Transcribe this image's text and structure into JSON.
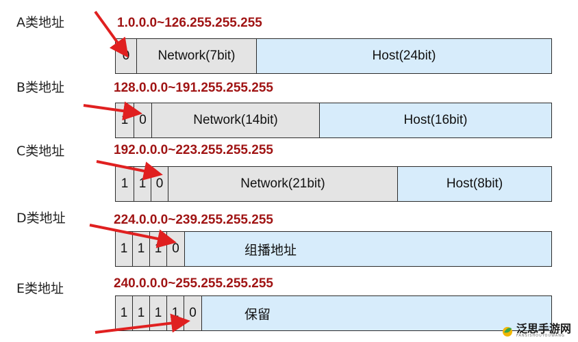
{
  "classes": [
    {
      "label": "A类地址",
      "range": "1.0.0.0~126.255.255.255",
      "bits": [
        "0"
      ],
      "network": "Network(7bit)",
      "host": "Host(24bit)"
    },
    {
      "label": "B类地址",
      "range": "128.0.0.0~191.255.255.255",
      "bits": [
        "1",
        "0"
      ],
      "network": "Network(14bit)",
      "host": "Host(16bit)"
    },
    {
      "label": "C类地址",
      "range": "192.0.0.0~223.255.255.255",
      "bits": [
        "1",
        "1",
        "0"
      ],
      "network": "Network(21bit)",
      "host": "Host(8bit)"
    },
    {
      "label": "D类地址",
      "range": "224.0.0.0~239.255.255.255",
      "bits": [
        "1",
        "1",
        "1",
        "0"
      ],
      "special": "组播地址"
    },
    {
      "label": "E类地址",
      "range": "240.0.0.0~255.255.255.255",
      "bits": [
        "1",
        "1",
        "1",
        "1",
        "0"
      ],
      "special": "保留"
    }
  ],
  "arrow_color": "#e02020",
  "watermark": {
    "name": "泛思手游网",
    "sub": "FANSISHOUYOUWANG"
  }
}
